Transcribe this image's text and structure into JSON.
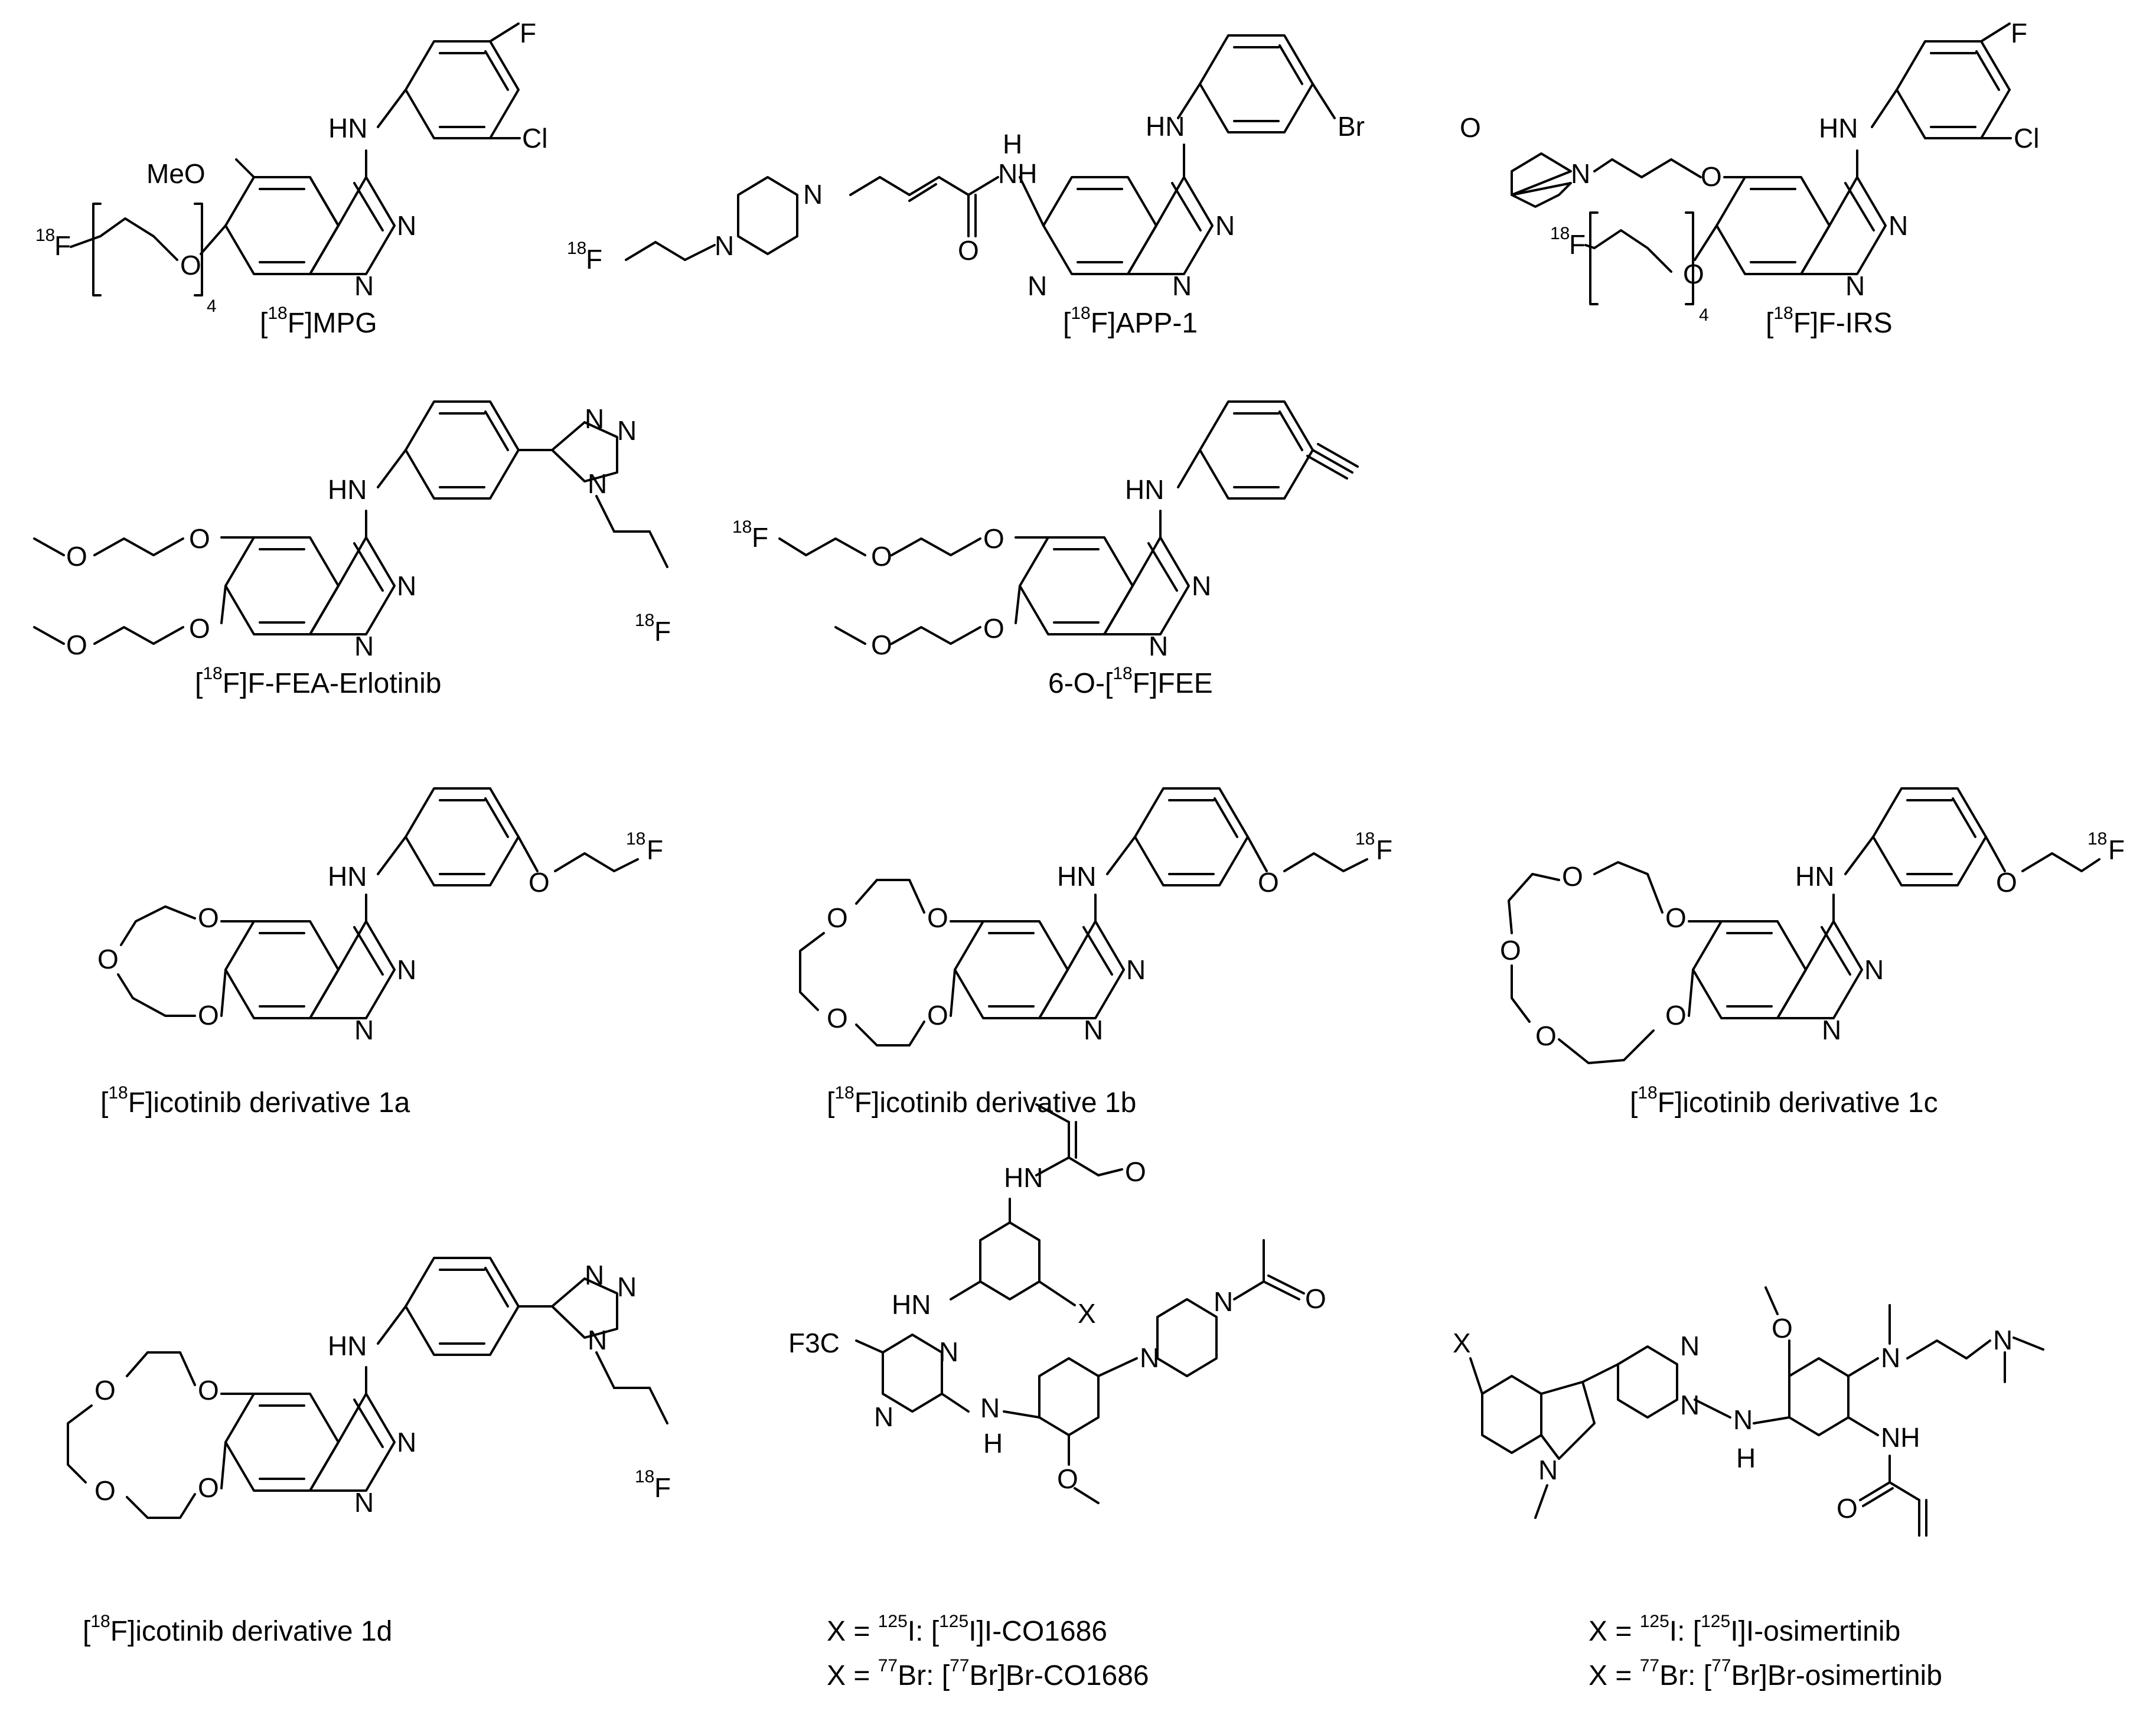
{
  "compounds": [
    {
      "id": "mpg",
      "pre": "[",
      "iso": "18",
      "post": "F]MPG"
    },
    {
      "id": "app1",
      "pre": "[",
      "iso": "18",
      "post": "F]APP-1"
    },
    {
      "id": "firs",
      "pre": "[",
      "iso": "18",
      "post": "F]F-IRS"
    },
    {
      "id": "ffea",
      "pre": "[",
      "iso": "18",
      "post": "F]F-FEA-Erlotinib"
    },
    {
      "id": "ofee",
      "pre": "6-O-[",
      "iso": "18",
      "post": "F]FEE"
    },
    {
      "id": "ico1a",
      "pre": "[",
      "iso": "18",
      "post": "F]icotinib derivative 1a"
    },
    {
      "id": "ico1b",
      "pre": "[",
      "iso": "18",
      "post": "F]icotinib derivative 1b"
    },
    {
      "id": "ico1c",
      "pre": "[",
      "iso": "18",
      "post": "F]icotinib derivative 1c"
    },
    {
      "id": "ico1d",
      "pre": "[",
      "iso": "18",
      "post": "F]icotinib derivative 1d"
    }
  ],
  "co1686": {
    "line1": {
      "a": "X = ",
      "iso1": "125",
      "b": "I:  [",
      "iso2": "125",
      "c": "I]I-CO1686"
    },
    "line2": {
      "a": "X = ",
      "iso1": "77",
      "b": "Br: [",
      "iso2": "77",
      "c": "Br]Br-CO1686"
    }
  },
  "osimertinib": {
    "line1": {
      "a": "X = ",
      "iso1": "125",
      "b": "I:  [",
      "iso2": "125",
      "c": "I]I-osimertinib"
    },
    "line2": {
      "a": "X = ",
      "iso1": "77",
      "b": "Br: [",
      "iso2": "77",
      "c": "Br]Br-osimertinib"
    }
  },
  "atom_labels": {
    "HN": "HN",
    "NH": "NH",
    "N": "N",
    "O": "O",
    "F": "F",
    "Cl": "Cl",
    "Br": "Br",
    "MeO": "MeO",
    "X": "X",
    "CF3": "F3C",
    "H": "H",
    "sub4": "4",
    "F18": "18",
    "Fatom": "F"
  }
}
